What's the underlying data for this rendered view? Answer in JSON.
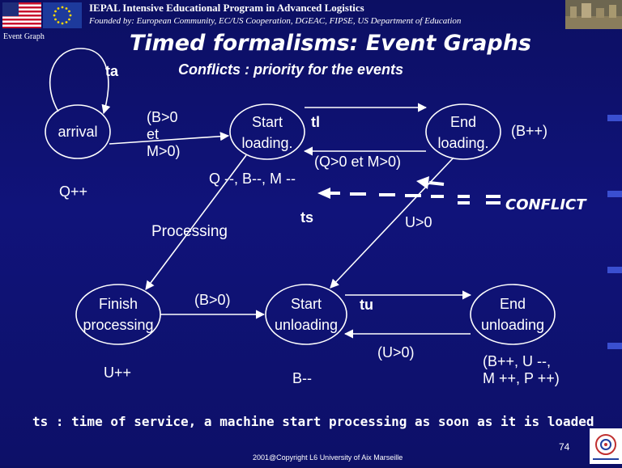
{
  "header": {
    "title": "IEPAL Intensive Educational Program in Advanced Logistics",
    "subtitle": "Founded by: European Community, EC/US Cooperation, DGEAC, FIPSE, US Department of Education"
  },
  "section_label": "Event Graph",
  "title": "Timed formalisms: Event Graphs",
  "subtitle": "Conflicts : priority for the events",
  "nodes": {
    "arrival": "arrival",
    "start_loading": [
      "Start",
      "loading."
    ],
    "end_loading": [
      "End",
      "loading."
    ],
    "processing": "Processing",
    "finish_processing": [
      "Finish",
      "processing"
    ],
    "start_unloading": [
      "Start",
      "unloading"
    ],
    "end_unloading": [
      "End",
      "unloading"
    ]
  },
  "labels": {
    "ta": "ta",
    "q_inc": "Q++",
    "cond_bm": [
      "(B>0",
      "et",
      "M>0)"
    ],
    "tl": "tl",
    "b_inc": "(B++)",
    "cond_qm": "(Q>0 et M>0)",
    "q_b_m_dec": "Q --, B--, M --",
    "ts": "ts",
    "u_pos": "U>0",
    "conflict": "CONFLICT",
    "b_pos": "(B>0)",
    "tu": "tu",
    "u_inc": "U++",
    "u_pos_paren": "(U>0)",
    "b_dec": "B--",
    "end_effects": [
      "(B++, U --,",
      "M ++, P ++)"
    ]
  },
  "footnote": "ts : time of service, a machine start processing as soon as it is loaded",
  "page_number": "74",
  "copyright": "2001@Copyright L6 University of Aix Marseille",
  "colors": {
    "background": "#10137a",
    "text": "#ffffff",
    "arrow": "#ffffff",
    "conflict_arrow": "#ffffff",
    "accent_bar": "#3a4fd0"
  },
  "icons": [
    "us-flag-icon",
    "eu-flag-icon",
    "header-photo-icon",
    "university-logo-icon"
  ]
}
